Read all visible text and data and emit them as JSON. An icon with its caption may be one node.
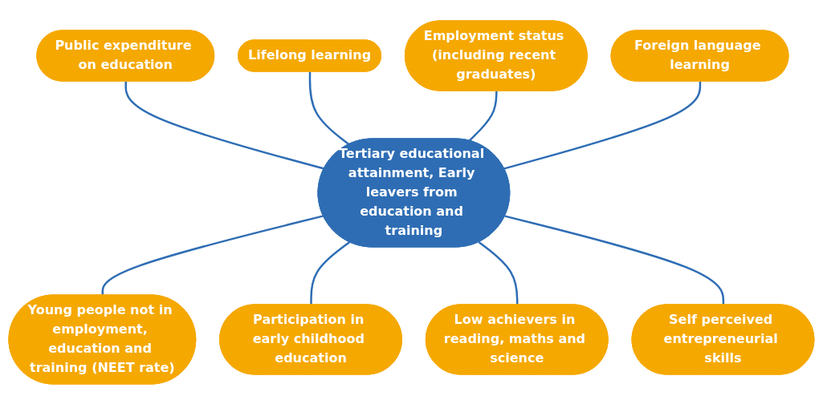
{
  "diagram": {
    "nodes": [
      {
        "text": [
          "Public expenditure on education"
        ]
      },
      {
        "text": [
          "Lifelong learning"
        ]
      },
      {
        "text": [
          "Employment status (including recent graduates)"
        ]
      },
      {
        "text": [
          "Foreign language learning"
        ]
      },
      {
        "text": [
          "Tertiary educational attainment, Early leavers from education and training"
        ]
      },
      {
        "text": [
          "Young people not in employment, education and training (NEET rate)"
        ]
      },
      {
        "text": [
          "Participation in early childhood education"
        ]
      },
      {
        "text": [
          "Low achievers in reading, maths and science"
        ]
      },
      {
        "text": [
          "Self perceived entrepreneurial skills"
        ]
      }
    ],
    "edges": [
      {
        "from": 0,
        "to": 4,
        "arrow": "none"
      },
      {
        "from": 1,
        "to": 4,
        "arrow": "none"
      },
      {
        "from": 2,
        "to": 4,
        "arrow": "none"
      },
      {
        "from": 3,
        "to": 4,
        "arrow": "none"
      },
      {
        "from": 4,
        "to": 5,
        "arrow": "none"
      },
      {
        "from": 4,
        "to": 6,
        "arrow": "none"
      },
      {
        "from": 4,
        "to": 7,
        "arrow": "none"
      },
      {
        "from": 4,
        "to": 8,
        "arrow": "none"
      }
    ]
  }
}
